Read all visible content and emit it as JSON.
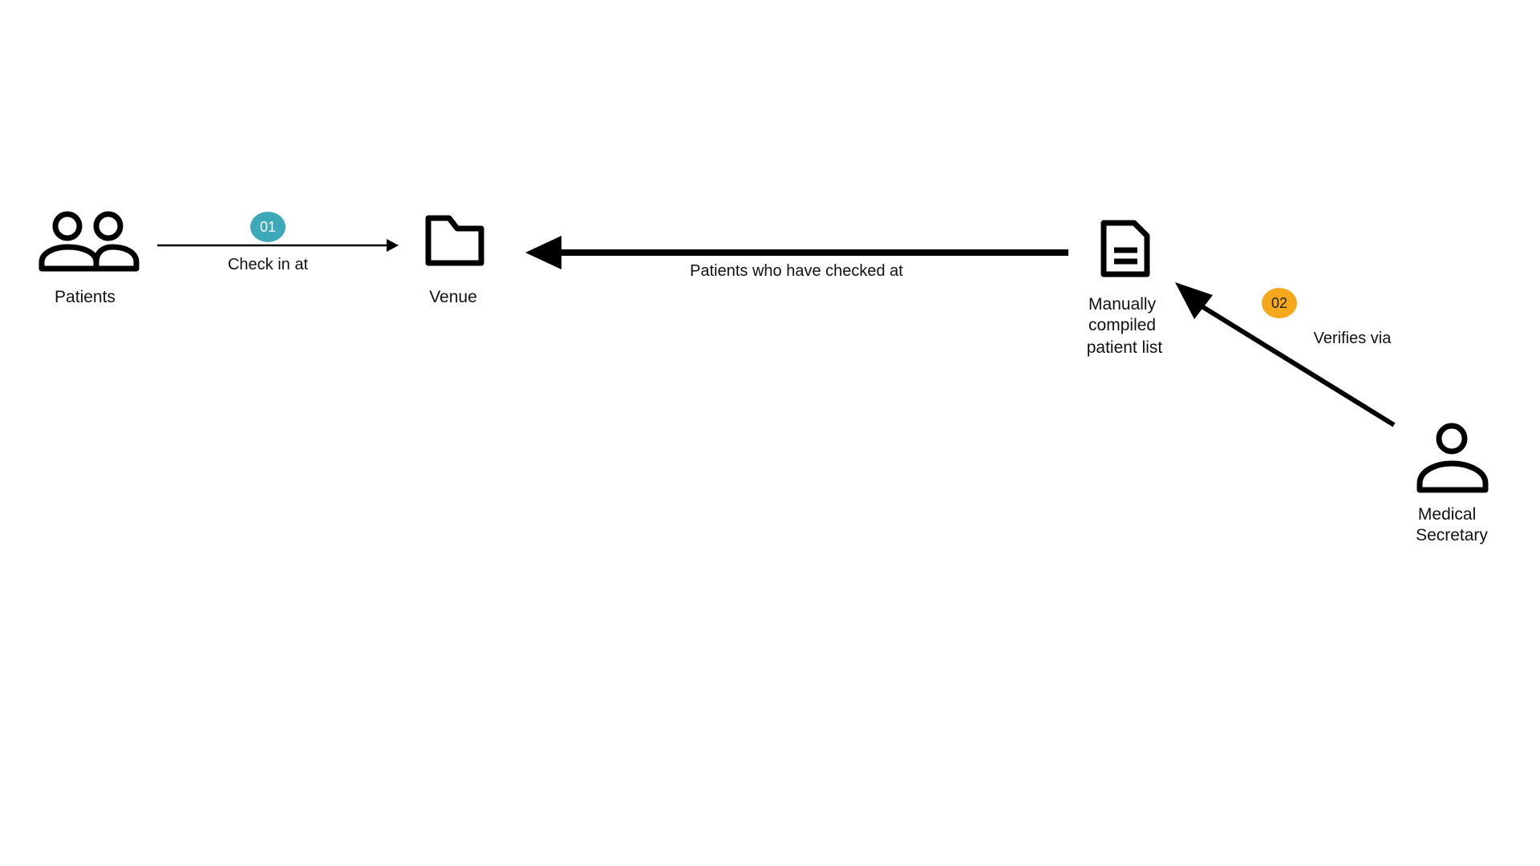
{
  "nodes": {
    "patients": {
      "label": "Patients",
      "icon": "users-group-icon"
    },
    "venue": {
      "label": "Venue",
      "icon": "folder-icon"
    },
    "patient_list": {
      "label_lines": [
        "Manually",
        "compiled",
        "patient list"
      ],
      "icon": "document-icon"
    },
    "medical_secretary": {
      "label_lines": [
        "Medical",
        "Secretary"
      ],
      "icon": "user-icon"
    }
  },
  "edges": {
    "check_in": {
      "label": "Check in at",
      "step": "01",
      "step_color": "#3da8b8"
    },
    "checked_at": {
      "label": "Patients who have checked at"
    },
    "verifies": {
      "label": "Verifies via",
      "step": "02",
      "step_color": "#f5a81c"
    }
  },
  "colors": {
    "stroke": "#000000",
    "text": "#111111",
    "background": "#ffffff"
  }
}
